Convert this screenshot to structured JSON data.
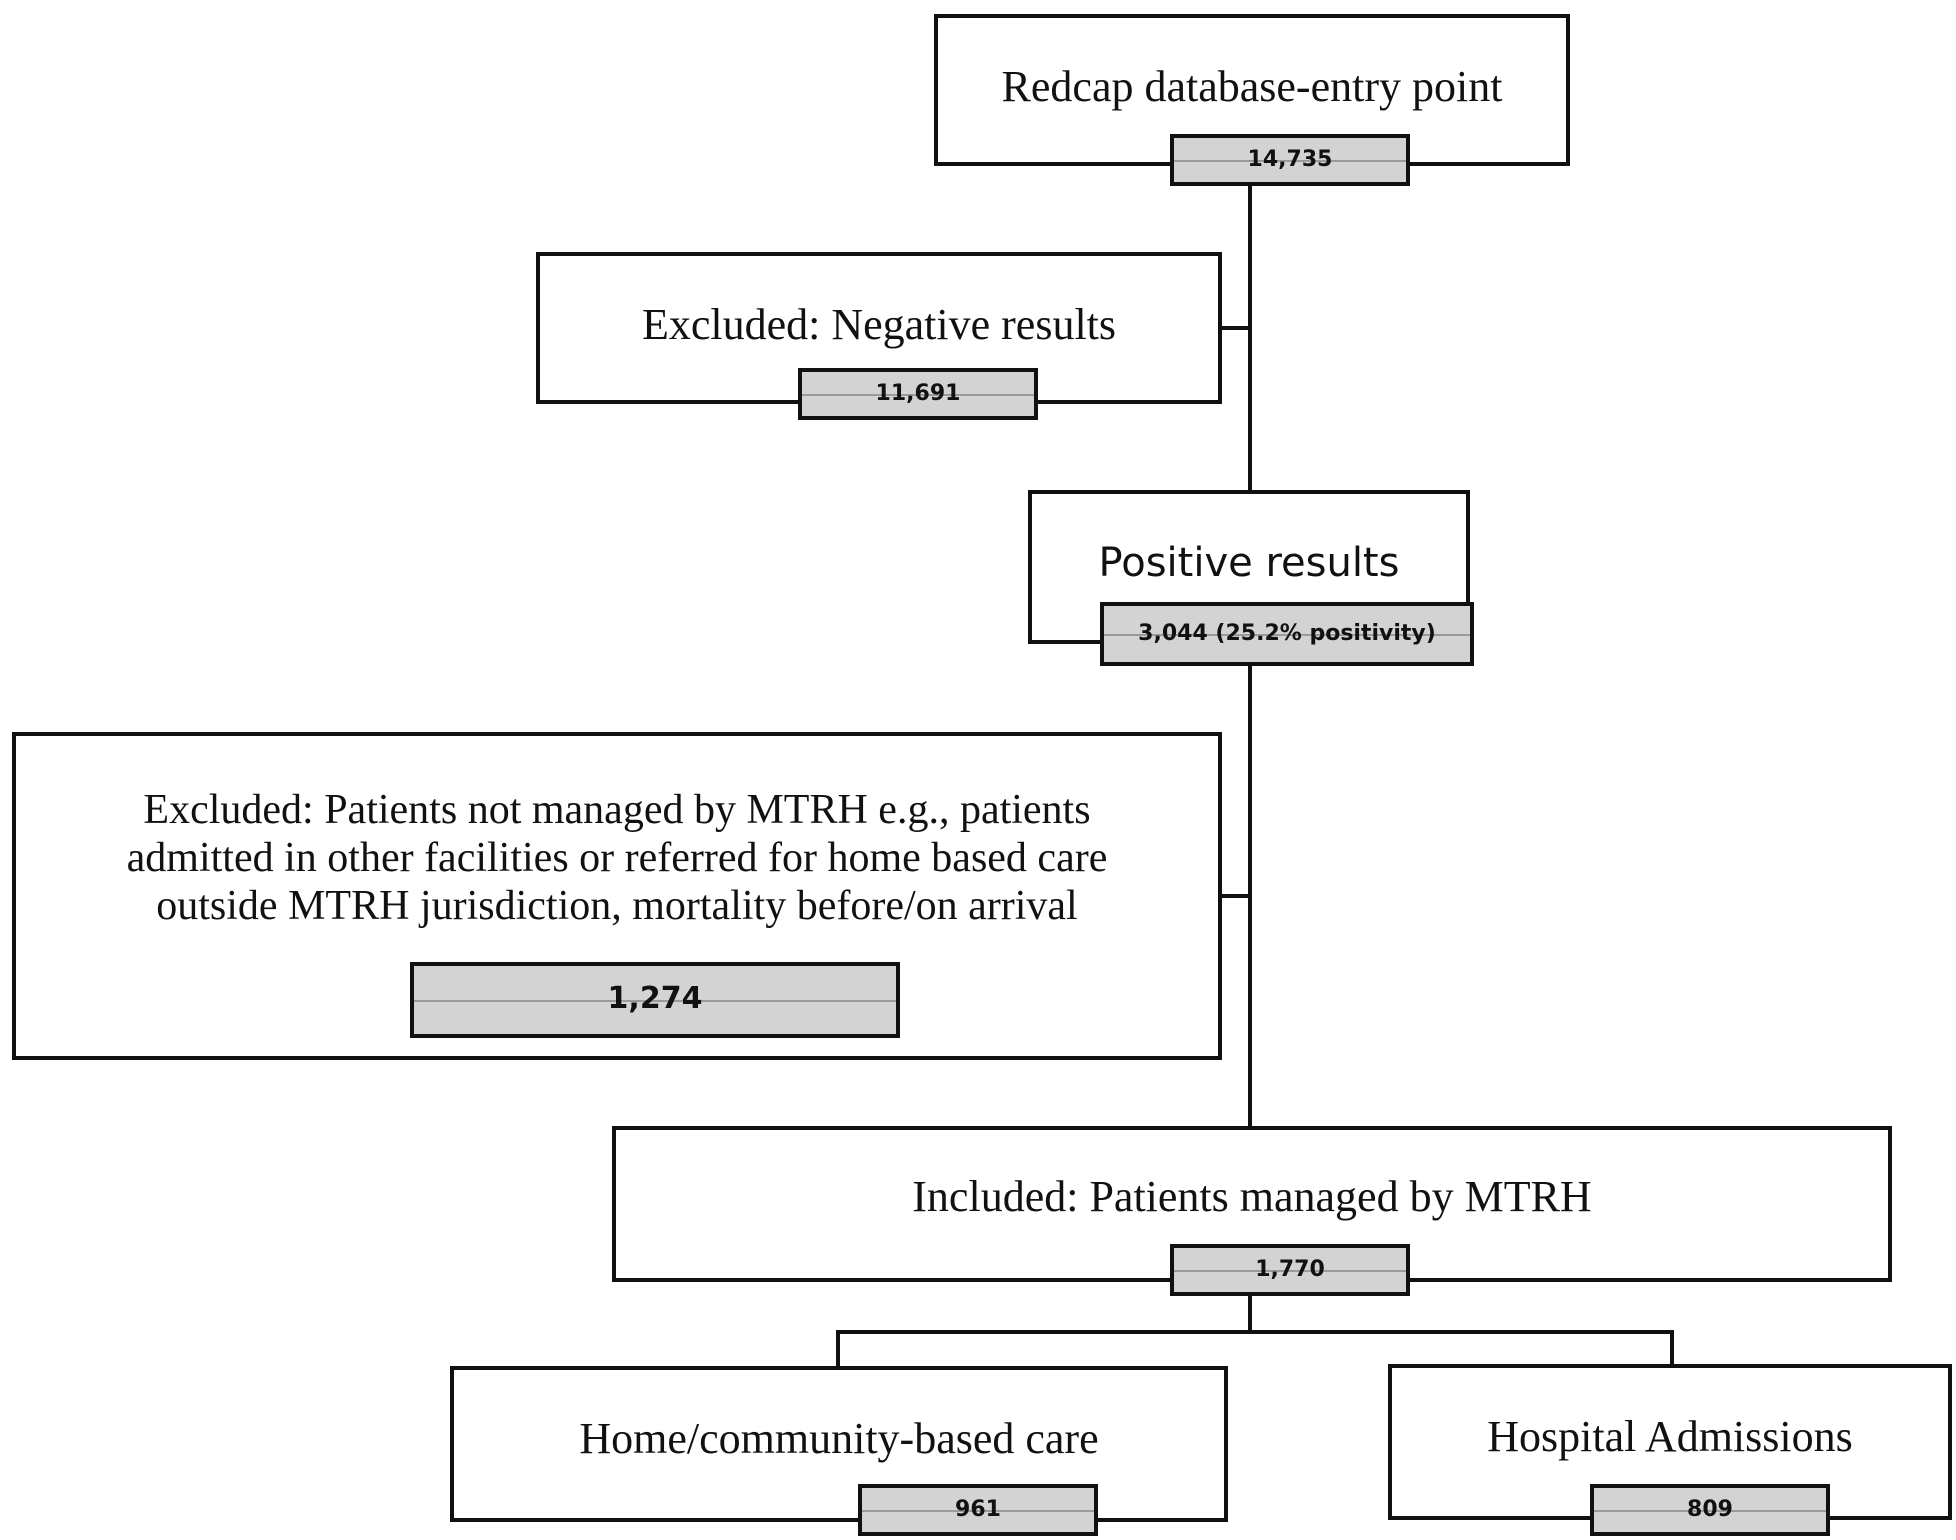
{
  "flowchart": {
    "entry": {
      "title": "Redcap database-entry point",
      "count": "14,735"
    },
    "excluded_negative": {
      "title": "Excluded: Negative results",
      "count": "11,691"
    },
    "positive": {
      "title": "Positive results",
      "count": "3,044 (25.2% positivity)"
    },
    "excluded_not_managed": {
      "lines": [
        "Excluded: Patients not managed by MTRH e.g., patients",
        "admitted in other facilities or referred for home based care",
        "outside MTRH jurisdiction, mortality before/on arrival"
      ],
      "count": "1,274"
    },
    "included": {
      "title": "Included: Patients managed by MTRH",
      "count": "1,770"
    },
    "home_care": {
      "title": "Home/community-based care",
      "count": "961"
    },
    "hospital": {
      "title": "Hospital Admissions",
      "count": "809"
    }
  }
}
